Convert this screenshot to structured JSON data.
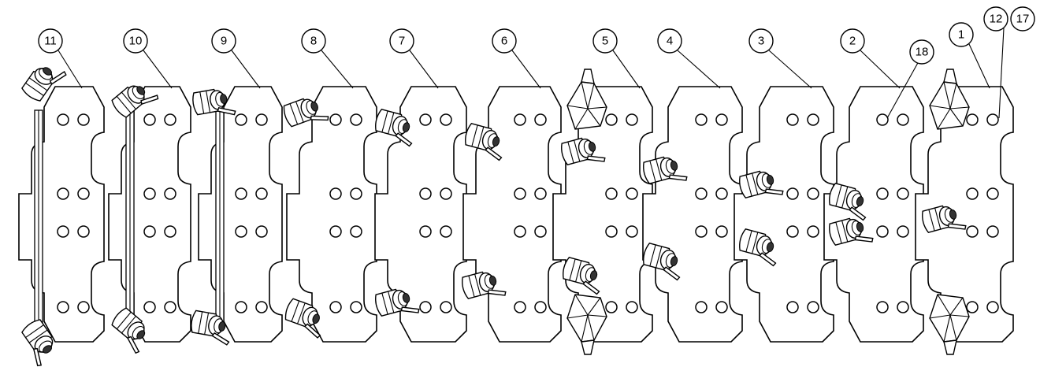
{
  "balloons": [
    {
      "id": "b11",
      "label": "11"
    },
    {
      "id": "b10",
      "label": "10"
    },
    {
      "id": "b9",
      "label": "9"
    },
    {
      "id": "b8",
      "label": "8"
    },
    {
      "id": "b7",
      "label": "7"
    },
    {
      "id": "b6",
      "label": "6"
    },
    {
      "id": "b5",
      "label": "5"
    },
    {
      "id": "b4",
      "label": "4"
    },
    {
      "id": "b3",
      "label": "3"
    },
    {
      "id": "b2",
      "label": "2"
    },
    {
      "id": "b18",
      "label": "18"
    },
    {
      "id": "b1",
      "label": "1"
    },
    {
      "id": "b12",
      "label": "12"
    },
    {
      "id": "b17",
      "label": "17"
    }
  ]
}
